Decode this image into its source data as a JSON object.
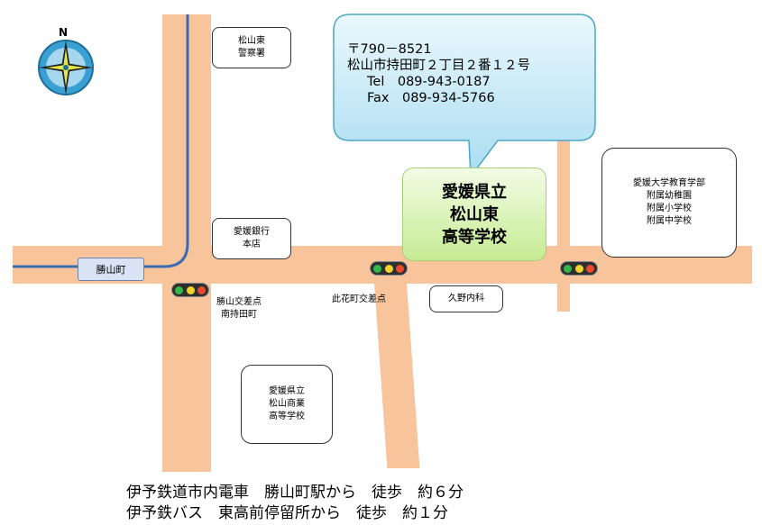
{
  "compass": {
    "north_label": "N",
    "icon": "compass-icon"
  },
  "address": {
    "postal": "〒790－8521",
    "street": "松山市持田町２丁目２番１２号",
    "tel": "Tel　089-943-0187",
    "fax": "Fax　089-934-5766"
  },
  "school": {
    "line1": "愛媛県立",
    "line2": "松山東",
    "line3": "高等学校"
  },
  "station": "勝山町",
  "landmarks": {
    "police": [
      "松山東",
      "警察署"
    ],
    "bank": [
      "愛媛銀行",
      "本店"
    ],
    "university": [
      "愛媛大学教育学部",
      "附属幼稚園",
      "附属小学校",
      "附属中学校"
    ],
    "clinic": "久野内科",
    "commercial": [
      "愛媛県立",
      "松山商業",
      "高等学校"
    ]
  },
  "intersections": {
    "katsuyama": [
      "勝山交差点",
      "南持田町"
    ],
    "konohana": "此花町交差点"
  },
  "access": {
    "train": "伊予鉄道市内電車　勝山町駅から　徒歩　約６分",
    "bus": "伊予鉄バス　東高前停留所から　徒歩　約１分"
  },
  "colors": {
    "road": "#f8c49b",
    "tram": "#3b6bb3",
    "bubble": "#bfe6f5",
    "school": "#c6ec93"
  }
}
